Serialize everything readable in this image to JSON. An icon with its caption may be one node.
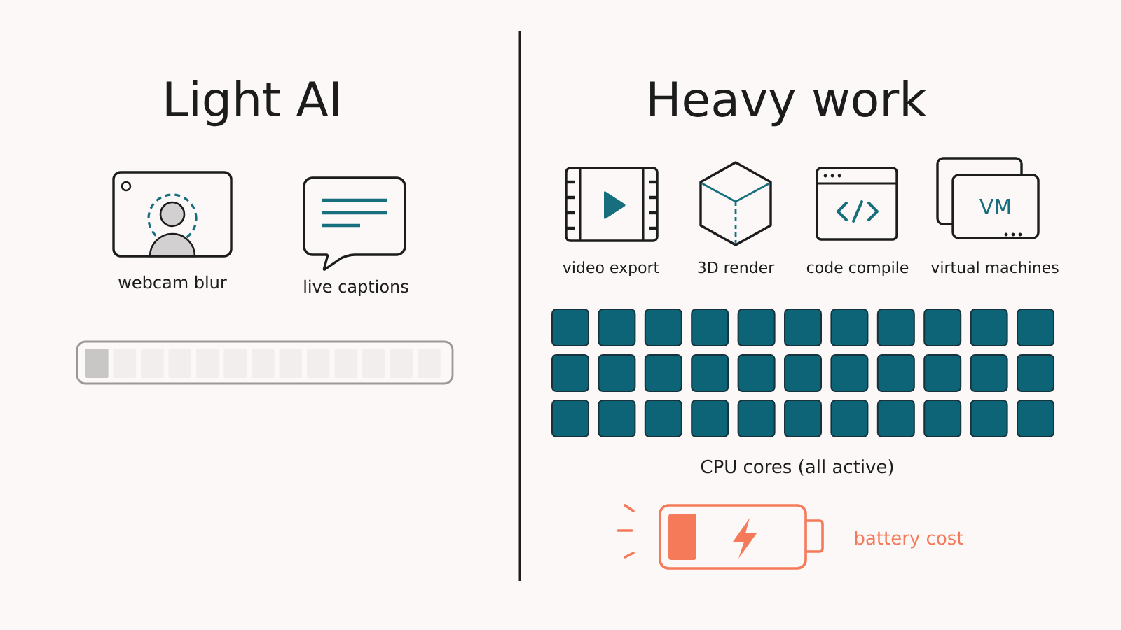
{
  "diagram": {
    "nodes": [
      {
        "text": [],
        "shape": "picture",
        "beside": [
          "webcam blur"
        ]
      },
      {
        "text": [],
        "shape": "picture",
        "beside": [
          "live captions"
        ]
      },
      {
        "text": [],
        "shape": "picture",
        "beside": [
          "video export"
        ]
      },
      {
        "text": [],
        "shape": "picture",
        "beside": [
          "3D render"
        ]
      },
      {
        "text": [],
        "shape": "picture",
        "beside": [
          "code compile"
        ]
      },
      {
        "text": [
          "VM"
        ],
        "beside": [
          "virtual machines"
        ]
      },
      {
        "text": [],
        "shape": "picture",
        "beside": [
          "battery cost"
        ]
      }
    ],
    "labels": [
      "Light AI",
      "Heavy work",
      "CPU cores (all active)"
    ]
  }
}
